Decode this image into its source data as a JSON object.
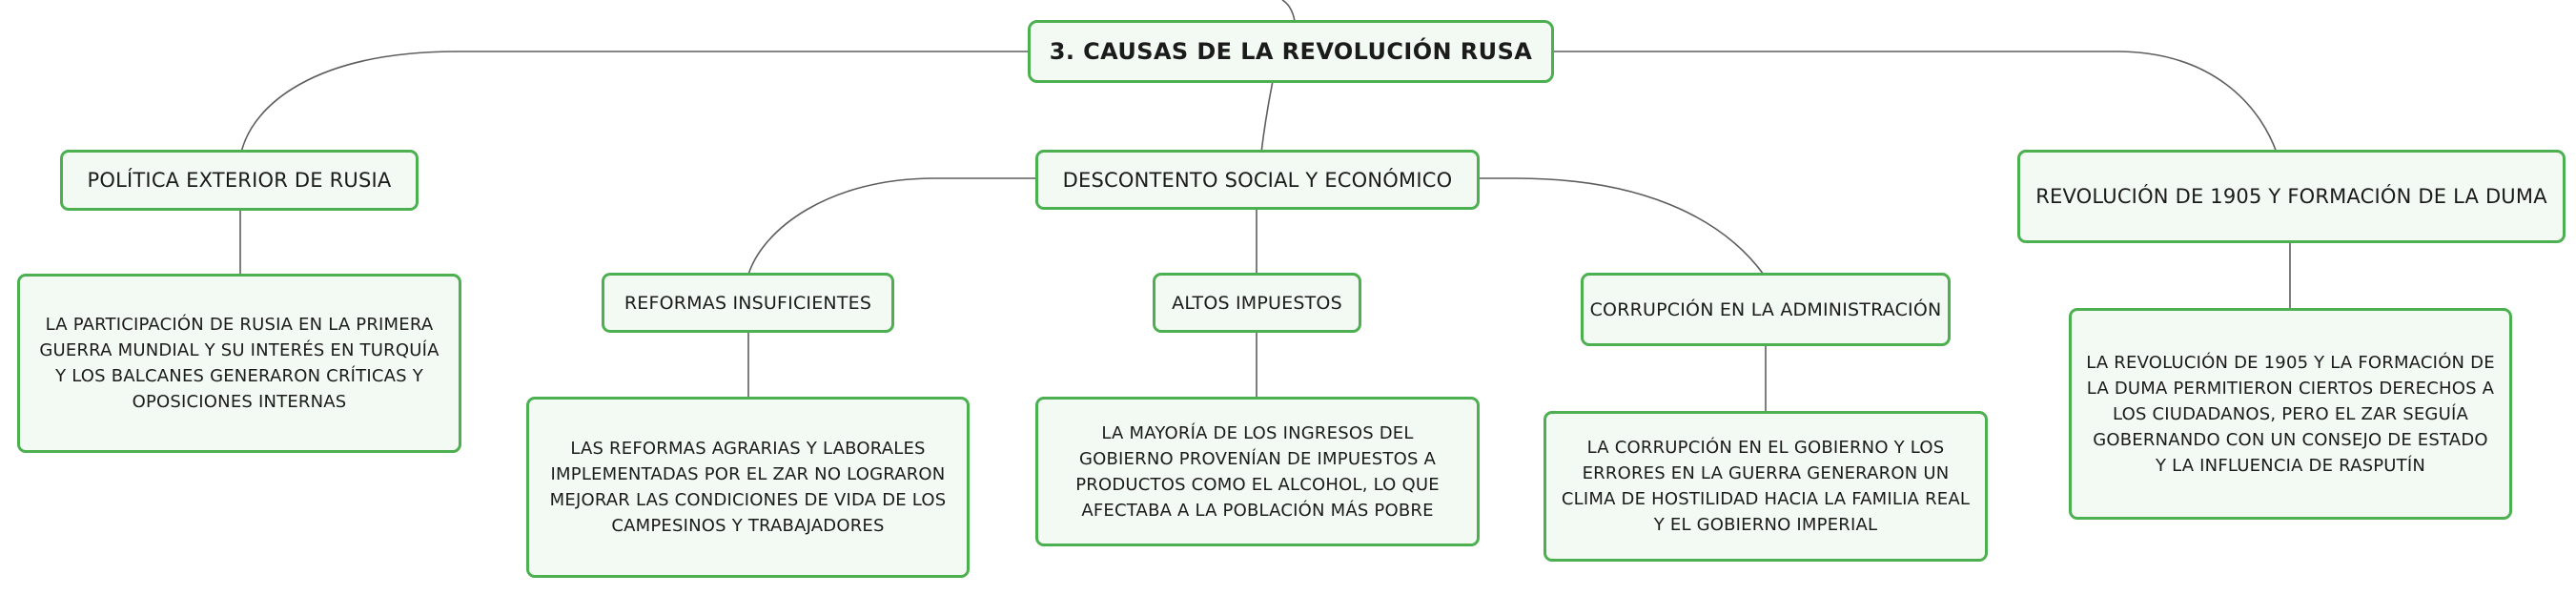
{
  "root": {
    "label": "3. CAUSAS DE LA REVOLUCIÓN RUSA"
  },
  "branches": {
    "politica": {
      "label": "POLÍTICA EXTERIOR DE RUSIA",
      "detail": "LA PARTICIPACIÓN DE RUSIA EN LA PRIMERA GUERRA MUNDIAL Y SU INTERÉS EN TURQUÍA Y LOS BALCANES GENERARON CRÍTICAS Y OPOSICIONES INTERNAS"
    },
    "descontento": {
      "label": "DESCONTENTO SOCIAL Y ECONÓMICO",
      "children": {
        "reformas": {
          "label": "REFORMAS INSUFICIENTES",
          "detail": "LAS REFORMAS AGRARIAS Y LABORALES IMPLEMENTADAS POR EL ZAR NO LOGRARON MEJORAR LAS CONDICIONES DE VIDA DE LOS CAMPESINOS Y TRABAJADORES"
        },
        "impuestos": {
          "label": "ALTOS IMPUESTOS",
          "detail": "LA MAYORÍA DE LOS INGRESOS DEL GOBIERNO PROVENÍAN DE IMPUESTOS A PRODUCTOS COMO EL ALCOHOL, LO QUE AFECTABA A LA POBLACIÓN MÁS POBRE"
        },
        "corrupcion": {
          "label": "CORRUPCIÓN EN LA ADMINISTRACIÓN",
          "detail": "LA CORRUPCIÓN EN EL GOBIERNO Y LOS ERRORES EN LA GUERRA GENERARON UN CLIMA DE HOSTILIDAD HACIA LA FAMILIA REAL Y EL GOBIERNO IMPERIAL"
        }
      }
    },
    "revolucion1905": {
      "label": "REVOLUCIÓN DE 1905 Y FORMACIÓN DE LA DUMA",
      "detail": "LA REVOLUCIÓN DE 1905 Y LA FORMACIÓN DE LA DUMA PERMITIERON CIERTOS DERECHOS A LOS CIUDADANOS, PERO EL ZAR SEGUÍA GOBERNANDO CON UN CONSEJO DE ESTADO Y LA INFLUENCIA DE RASPUTÍN"
    }
  },
  "colors": {
    "node_border": "#4caf50",
    "node_fill": "#f3faf3",
    "connector": "#5e5e5e",
    "text": "#1b1b1b"
  }
}
